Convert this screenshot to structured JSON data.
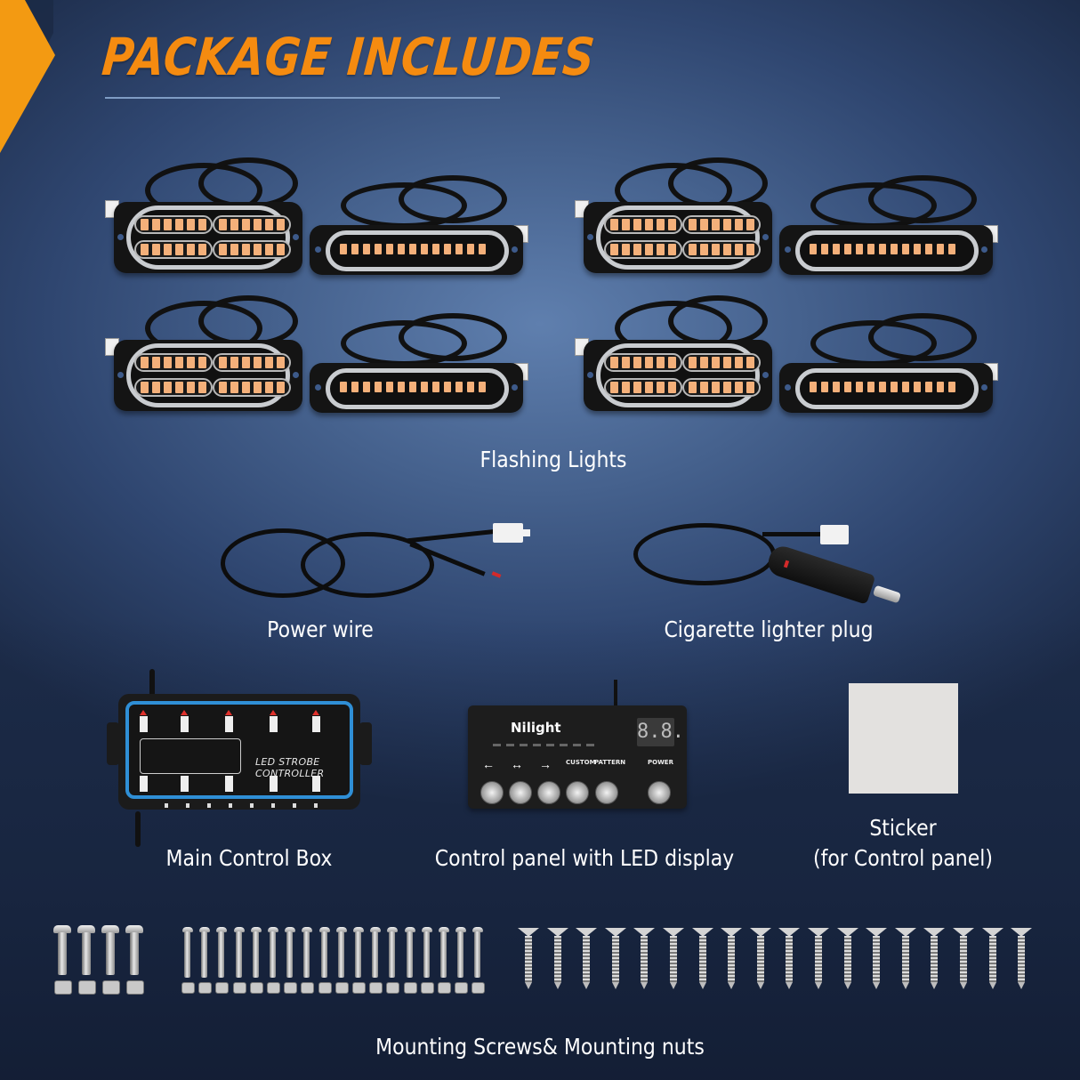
{
  "header": {
    "title": "PACKAGE INCLUDES",
    "accent_color": "#f58b10",
    "corner_color": "#f39a12",
    "background_color": "#3f5a86"
  },
  "items": {
    "flashing_lights": {
      "label": "Flashing Lights",
      "groups": 4,
      "units_per_group": 2,
      "led_color": "#f4b07a"
    },
    "power_wire": {
      "label": "Power wire"
    },
    "cigarette_plug": {
      "label": "Cigarette lighter plug"
    },
    "main_control_box": {
      "label": "Main Control Box",
      "device_text": "LED STROBE CONTROLLER",
      "frame_color": "#2f8fd6"
    },
    "control_panel": {
      "label": "Control panel with LED display",
      "brand": "Nilight",
      "display_value": "8.8.",
      "button_labels": [
        "CUSTOM",
        "PATTERN",
        "POWER"
      ],
      "arrow_glyphs": [
        "←",
        "↔",
        "→"
      ]
    },
    "sticker": {
      "label_line1": "Sticker",
      "label_line2": "(for Control panel)",
      "color": "#e3e1df"
    },
    "hardware": {
      "label": "Mounting Screws& Mounting nuts",
      "large_bolts": 4,
      "small_bolts": 18,
      "self_tapping_screws": 18
    }
  }
}
